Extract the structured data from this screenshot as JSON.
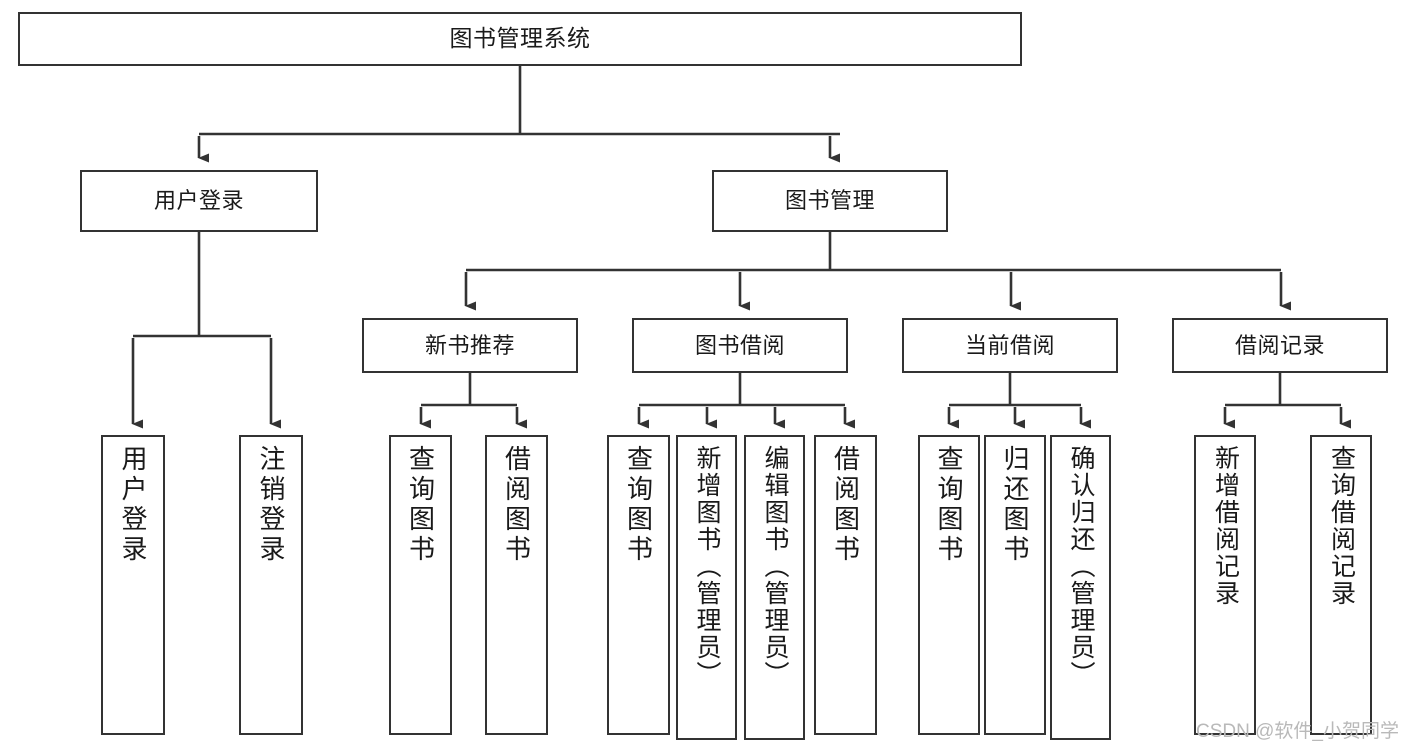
{
  "diagram": {
    "title": "图书管理系统",
    "type": "tree-hierarchy-flowchart",
    "colors": {
      "border": "#333333",
      "background": "#ffffff",
      "text": "#1a1a1a",
      "connector": "#333333",
      "watermark": "#b9b9b9"
    },
    "root": {
      "label": "图书管理系统"
    },
    "level2": [
      {
        "label": "用户登录"
      },
      {
        "label": "图书管理"
      }
    ],
    "level3": [
      {
        "label": "新书推荐"
      },
      {
        "label": "图书借阅"
      },
      {
        "label": "当前借阅"
      },
      {
        "label": "借阅记录"
      }
    ],
    "leaves": {
      "user_login": [
        {
          "label": "用户登录"
        },
        {
          "label": "注销登录"
        }
      ],
      "new_book_recommend": [
        {
          "label": "查询图书"
        },
        {
          "label": "借阅图书"
        }
      ],
      "book_borrow": [
        {
          "label": "查询图书"
        },
        {
          "label": "新增图书（管理员）"
        },
        {
          "label": "编辑图书（管理员）"
        },
        {
          "label": "借阅图书"
        }
      ],
      "current_borrow": [
        {
          "label": "查询图书"
        },
        {
          "label": "归还图书"
        },
        {
          "label": "确认归还（管理员）"
        }
      ],
      "borrow_record": [
        {
          "label": "新增借阅记录"
        },
        {
          "label": "查询借阅记录"
        }
      ]
    }
  },
  "watermark": {
    "text": "CSDN @软件_小贺同学"
  }
}
